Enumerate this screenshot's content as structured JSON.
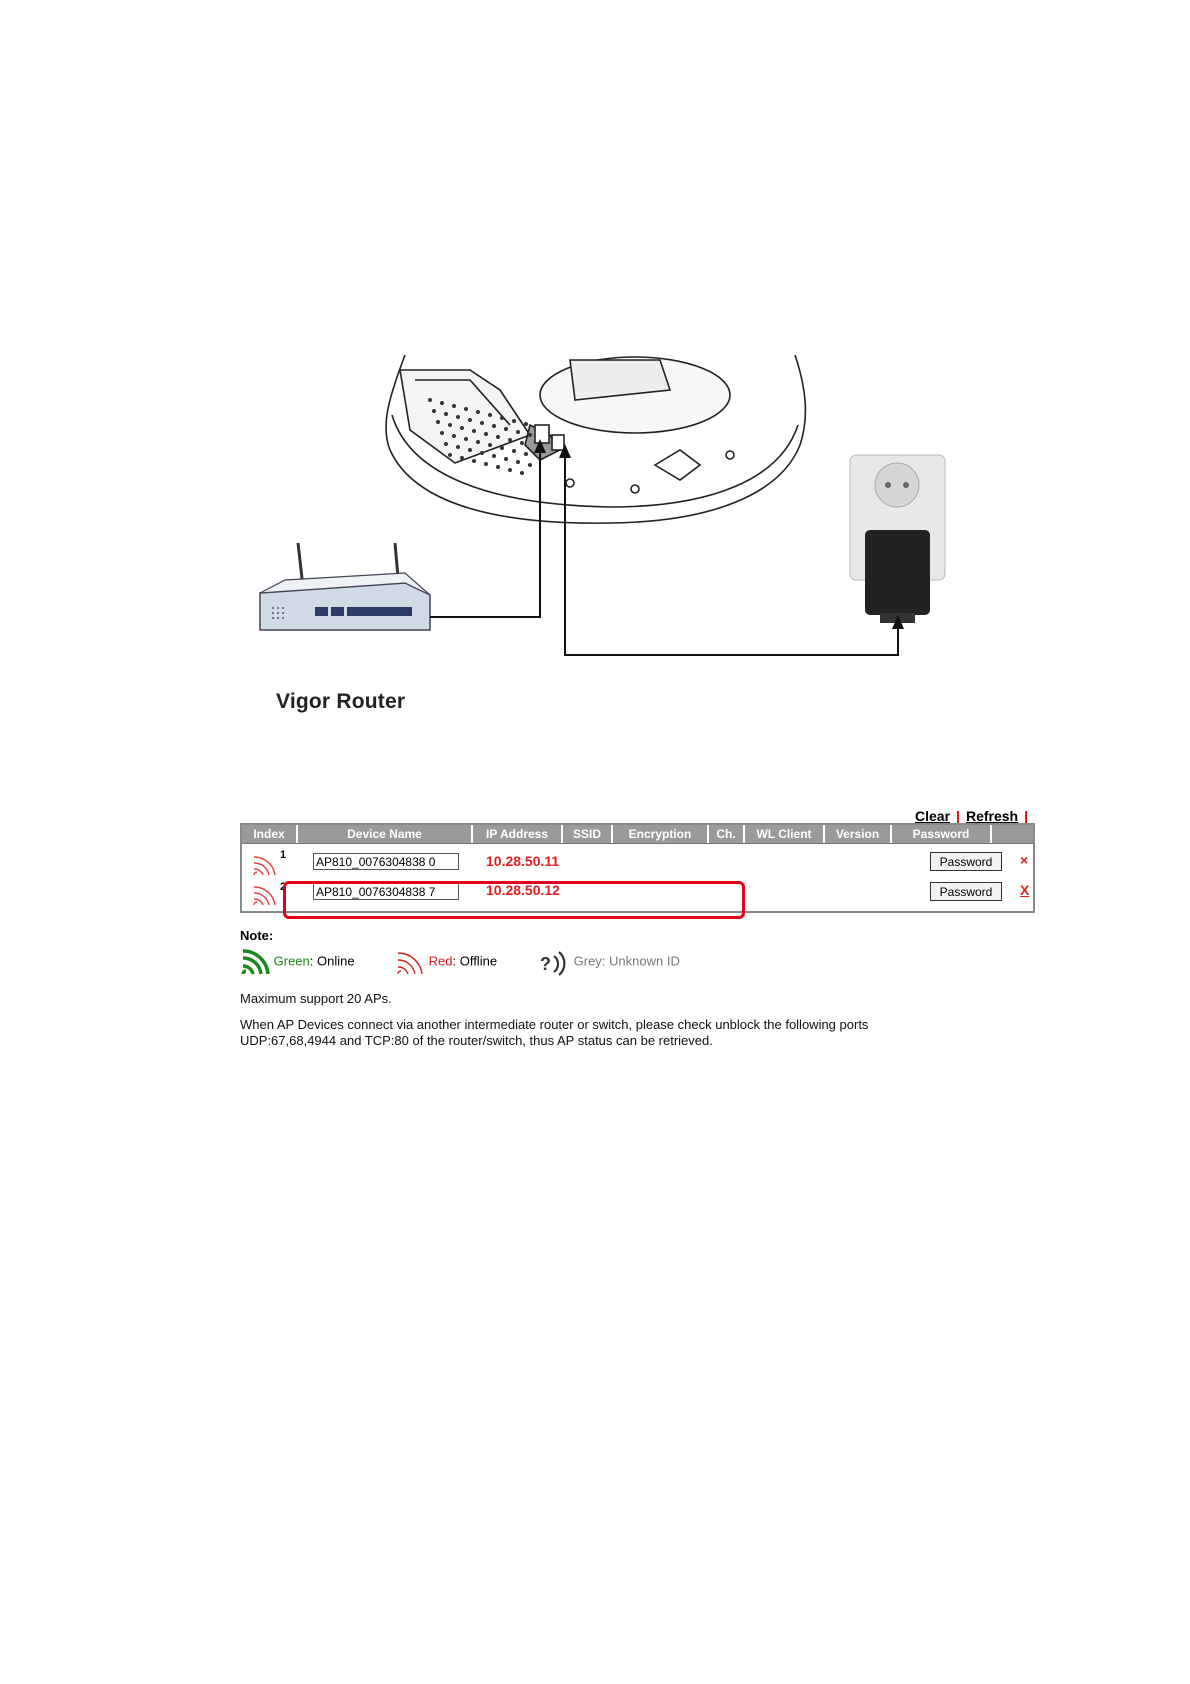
{
  "diagram": {
    "router_caption": "Vigor Router"
  },
  "ap_panel": {
    "links": {
      "clear": "Clear",
      "separator": "|",
      "refresh": "Refresh"
    },
    "columns": [
      "Index",
      "Device Name",
      "IP Address",
      "SSID",
      "Encryption",
      "Ch.",
      "WL Client",
      "Version",
      "Password"
    ],
    "rows": [
      {
        "index": "1",
        "device_name": "AP810_0076304838 0",
        "ip": "10.28.50.11",
        "password_label": "Password",
        "delete": "×"
      },
      {
        "index": "2",
        "device_name": "AP810_0076304838 7",
        "ip": "10.28.50.12",
        "password_label": "Password",
        "delete": "X"
      }
    ],
    "note_label": "Note:",
    "legend": [
      {
        "color_word": "Green",
        "meaning": ": Online",
        "color": "#1a8a1a",
        "icon": "wifi-green-icon"
      },
      {
        "color_word": "Red",
        "meaning": ": Offline",
        "color": "#d02020",
        "icon": "wifi-red-icon"
      },
      {
        "color_word": "Grey",
        "meaning": ": Unknown ID",
        "color": "#777777",
        "icon": "wifi-unknown-icon"
      }
    ],
    "max_support": "Maximum support 20 APs.",
    "ports_note_line1": "When AP Devices connect via another intermediate router or switch, please check unblock the following ports",
    "ports_note_line2": "UDP:67,68,4944 and TCP:80 of the router/switch, thus AP status can be retrieved."
  }
}
